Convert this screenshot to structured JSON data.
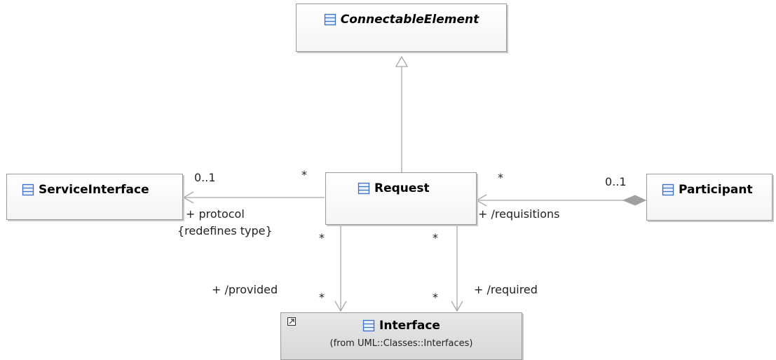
{
  "classes": {
    "connectable_element": {
      "name": "ConnectableElement"
    },
    "service_interface": {
      "name": "ServiceInterface"
    },
    "request": {
      "name": "Request"
    },
    "participant": {
      "name": "Participant"
    },
    "interface": {
      "name": "Interface",
      "from": "(from UML::Classes::Interfaces)"
    }
  },
  "associations": {
    "protocol": {
      "source_mult": "*",
      "target_mult": "0..1",
      "role": "+ protocol",
      "constraint": "{redefines type}"
    },
    "requisitions": {
      "source_mult": "*",
      "target_mult": "0..1",
      "role": "+ /requisitions"
    },
    "provided": {
      "source_mult": "*",
      "target_mult": "*",
      "role": "+ /provided"
    },
    "required": {
      "source_mult": "*",
      "target_mult": "*",
      "role": "+ /required"
    }
  },
  "icons": {
    "class_icon": "class-icon",
    "external_icon": "external-reference-icon"
  },
  "colors": {
    "class_icon": "#3a6fc6",
    "line": "#a8a8a8",
    "box_border": "#9a9a9a"
  }
}
